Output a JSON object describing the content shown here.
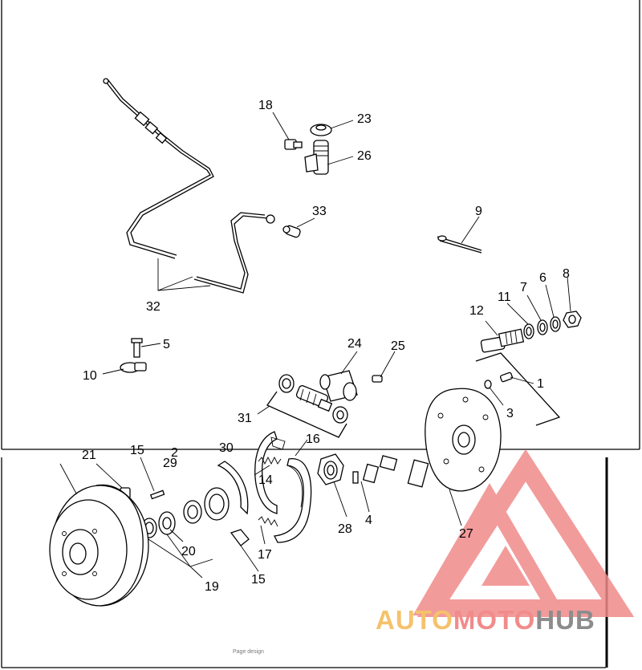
{
  "diagram": {
    "callouts": [
      {
        "id": "c1",
        "text": "1"
      },
      {
        "id": "c3",
        "text": "3"
      },
      {
        "id": "c4",
        "text": "4"
      },
      {
        "id": "c5",
        "text": "5"
      },
      {
        "id": "c6",
        "text": "6"
      },
      {
        "id": "c7",
        "text": "7"
      },
      {
        "id": "c8",
        "text": "8"
      },
      {
        "id": "c9",
        "text": "9"
      },
      {
        "id": "c10",
        "text": "10"
      },
      {
        "id": "c11",
        "text": "11"
      },
      {
        "id": "c12",
        "text": "12"
      },
      {
        "id": "c14",
        "text": "14"
      },
      {
        "id": "c15a",
        "text": "15"
      },
      {
        "id": "c15b",
        "text": "15"
      },
      {
        "id": "c16",
        "text": "16"
      },
      {
        "id": "c17",
        "text": "17"
      },
      {
        "id": "c18",
        "text": "18"
      },
      {
        "id": "c19",
        "text": "19"
      },
      {
        "id": "c20",
        "text": "20"
      },
      {
        "id": "c21",
        "text": "21"
      },
      {
        "id": "c23",
        "text": "23"
      },
      {
        "id": "c24",
        "text": "24"
      },
      {
        "id": "c25",
        "text": "25"
      },
      {
        "id": "c26",
        "text": "26"
      },
      {
        "id": "c27",
        "text": "27"
      },
      {
        "id": "c28",
        "text": "28"
      },
      {
        "id": "c29",
        "text": "29"
      },
      {
        "id": "c30",
        "text": "30"
      },
      {
        "id": "c31",
        "text": "31"
      },
      {
        "id": "c32",
        "text": "32"
      },
      {
        "id": "c33",
        "text": "33"
      },
      {
        "id": "c2",
        "text": "2"
      }
    ],
    "footer_text": "Page design"
  },
  "watermark": {
    "part1": "AUTO",
    "part2": "MOTO",
    "part3": "HUB",
    "colors": {
      "auto": "#f5c26b",
      "moto": "#f28b8b",
      "hub": "#8c8c8c",
      "logo": "#f08a8a"
    }
  }
}
